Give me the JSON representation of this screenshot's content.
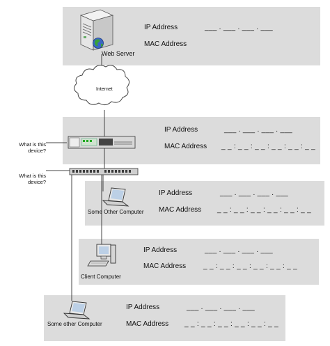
{
  "panels": [
    {
      "device": "Web Server",
      "ip_label": "IP Address",
      "mac_label": "MAC Address",
      "ip_blank": "___ . ___ . ___ . ___",
      "mac_blank": ""
    },
    {
      "device": "",
      "ip_label": "IP Address",
      "mac_label": "MAC Address",
      "ip_blank": "___ . ___ . ___ . ___",
      "mac_blank": "_ _ : _ _ : _ _ : _ _ : _ _ : _ _"
    },
    {
      "device": "Some Other Computer",
      "ip_label": "IP Address",
      "mac_label": "MAC Address",
      "ip_blank": "___ . ___ . ___ . ___",
      "mac_blank": "_ _ : _ _ : _ _ : _ _ : _ _ : _ _"
    },
    {
      "device": "Client Computer",
      "ip_label": "IP Address",
      "mac_label": "MAC Address",
      "ip_blank": "___ . ___ . ___ . ___",
      "mac_blank": "_ _ : _ _ : _ _ : _ _ : _ _ : _ _"
    },
    {
      "device": "Some other Computer",
      "ip_label": "IP Address",
      "mac_label": "MAC Address",
      "ip_blank": "___ . ___ . ___ . ___",
      "mac_blank": "_ _ : _ _ : _ _ : _ _ : _ _ : _ _"
    }
  ],
  "cloud_label": "Internet",
  "questions": [
    "What is this device?",
    "What is this device?"
  ]
}
